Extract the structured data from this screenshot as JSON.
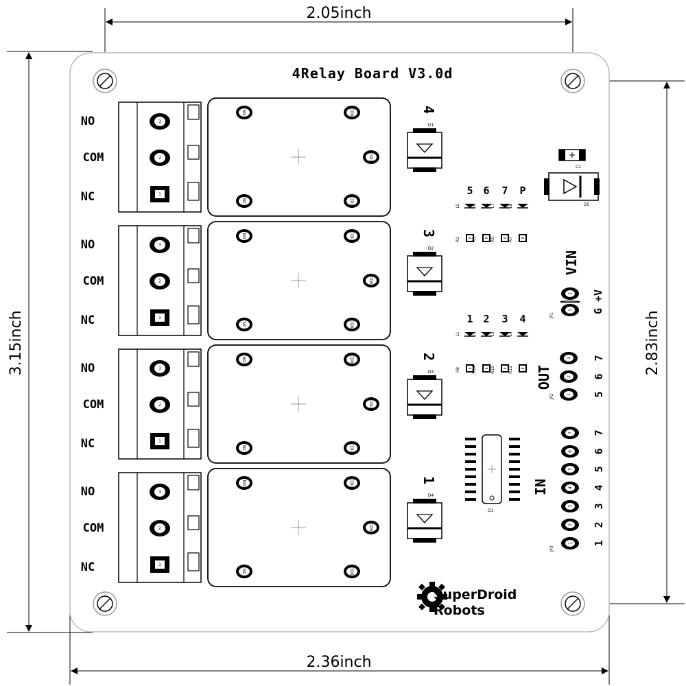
{
  "dimensions": {
    "top_width": "2.05inch",
    "bottom_width": "2.36inch",
    "left_height": "3.15inch",
    "right_height": "2.83inch"
  },
  "board": {
    "title": "4Relay Board V3.0d",
    "logo_line1": "SuperDroid",
    "logo_line2": "Robots"
  },
  "terminals": {
    "no_label": "NO",
    "com_label": "COM",
    "nc_label": "NC",
    "pin_labels": [
      "3",
      "2",
      "1"
    ]
  },
  "relays": {
    "pin_labels": [
      "NO",
      "COIL",
      "COIL",
      "NC",
      "COIL"
    ],
    "numbers": [
      "4",
      "3",
      "2",
      "1"
    ],
    "diode_refs": [
      "D1",
      "D2",
      "D3",
      "D4"
    ]
  },
  "leds": {
    "upper_numbers": [
      "5",
      "6",
      "7",
      "P"
    ],
    "upper_refs": [
      "L5",
      "L6",
      "L7",
      "L8"
    ],
    "upper_res": [
      "R1",
      "R3",
      "R5",
      "R7"
    ],
    "lower_numbers": [
      "1",
      "2",
      "3",
      "4"
    ],
    "lower_refs": [
      "L1",
      "L2",
      "L3",
      "L4"
    ],
    "lower_res": [
      "R8",
      "R14",
      "R10",
      "R12"
    ]
  },
  "components": {
    "c1": "C1",
    "d5": "D5",
    "q1": "Q1"
  },
  "headers": {
    "vin_label": "VIN",
    "jp1": "JP1",
    "jp1_pins": [
      "1",
      "2"
    ],
    "jp1_side": "G +V",
    "out_label": "OUT",
    "jp2": "JP2",
    "jp2_pins": [
      "1",
      "2",
      "3"
    ],
    "jp2_side": [
      "5",
      "6",
      "7"
    ],
    "in_label": "IN",
    "jp3": "JP3",
    "jp3_pins": [
      "1",
      "2",
      "3",
      "4",
      "5",
      "6",
      "7"
    ],
    "jp3_side": [
      "1",
      "2",
      "3",
      "4",
      "5",
      "6",
      "7"
    ]
  }
}
